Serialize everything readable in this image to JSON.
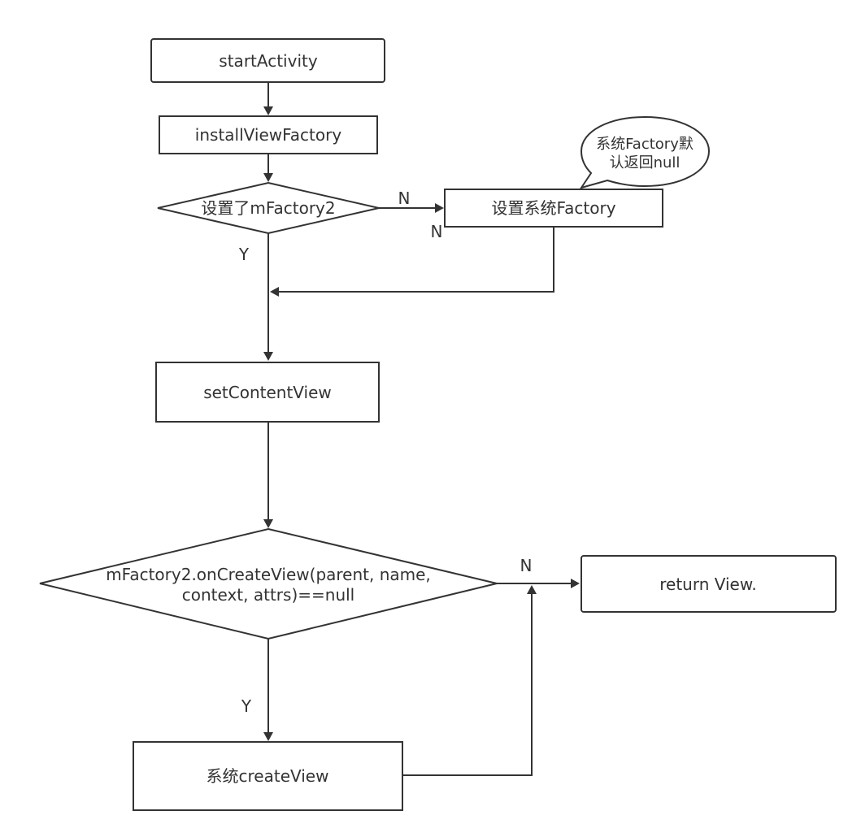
{
  "diagram": {
    "nodes": {
      "start_activity": "startActivity",
      "install_view_factory": "installViewFactory",
      "check_factory2": "设置了mFactory2",
      "set_system_factory": "设置系统Factory",
      "note_default_null_line1": "系统Factory默",
      "note_default_null_line2": "认返回null",
      "set_content_view": "setContentView",
      "on_create_view_line1": "mFactory2.onCreateView(parent, name,",
      "on_create_view_line2": "context, attrs)==null",
      "return_view": "return View.",
      "system_create_view": "系统createView"
    },
    "edge_labels": {
      "factory2_no": "N",
      "factory2_no_second": "N",
      "factory2_yes": "Y",
      "on_create_view_no": "N",
      "on_create_view_yes": "Y"
    }
  }
}
